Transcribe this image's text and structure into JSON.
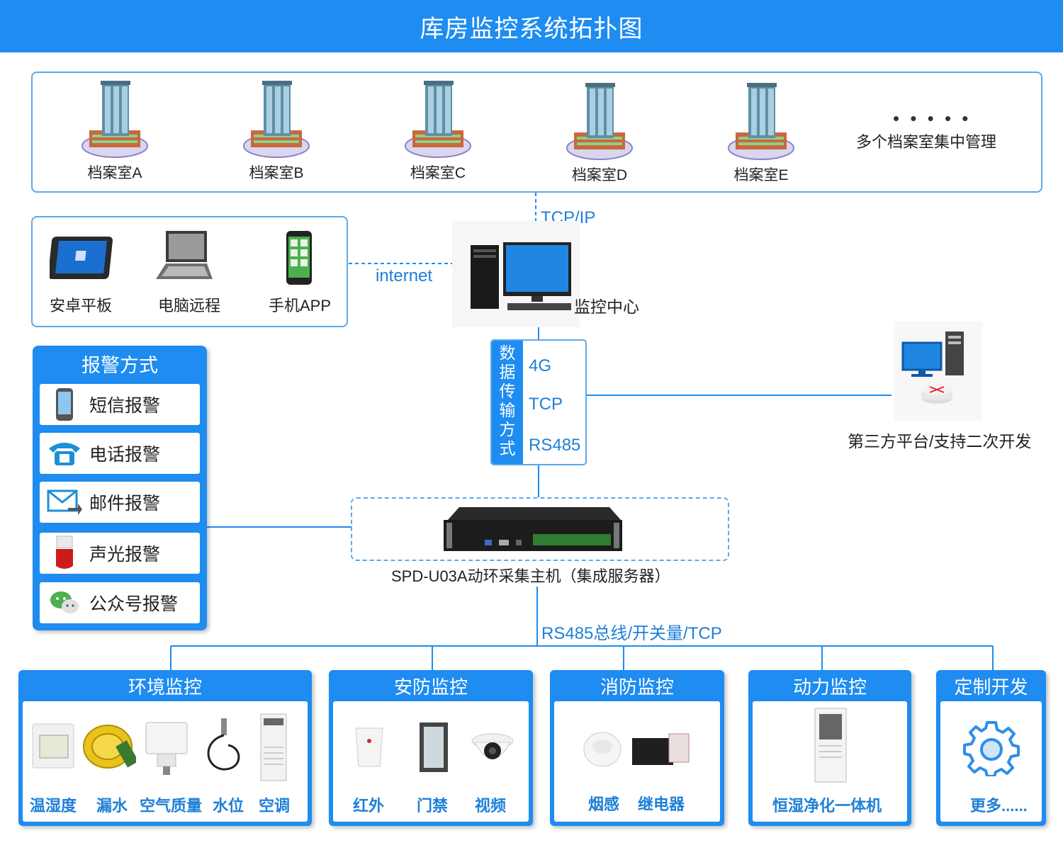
{
  "title": "库房监控系统拓扑图",
  "archives": {
    "rooms": [
      "档案室A",
      "档案室B",
      "档案室C",
      "档案室D",
      "档案室E"
    ],
    "more_dots": "• • • • •",
    "more_label": "多个档案室集中管理"
  },
  "links": {
    "tcpip": "TCP/IP",
    "internet": "internet",
    "bus": "RS485总线/开关量/TCP"
  },
  "remote": {
    "items": [
      "安卓平板",
      "电脑远程",
      "手机APP"
    ]
  },
  "center": {
    "label": "监控中心"
  },
  "transmission": {
    "side_label": "数据传输方式",
    "options": [
      "4G",
      "TCP",
      "RS485"
    ]
  },
  "third_party": {
    "label": "第三方平台/支持二次开发"
  },
  "alarm": {
    "title": "报警方式",
    "items": [
      "短信报警",
      "电话报警",
      "邮件报警",
      "声光报警",
      "公众号报警"
    ]
  },
  "host": {
    "label": "SPD-U03A动环采集主机（集成服务器）"
  },
  "categories": [
    {
      "title": "环境监控",
      "items": [
        "温湿度",
        "漏水",
        "空气质量",
        "水位",
        "空调"
      ]
    },
    {
      "title": "安防监控",
      "items": [
        "红外",
        "门禁",
        "视频"
      ]
    },
    {
      "title": "消防监控",
      "items": [
        "烟感",
        "继电器"
      ]
    },
    {
      "title": "动力监控",
      "items": [
        "恒湿净化一体机"
      ]
    },
    {
      "title": "定制开发",
      "items": [
        "更多......"
      ]
    }
  ],
  "colors": {
    "primary": "#1e8cf0",
    "border": "#5aa9ec",
    "link_text": "#1e7fd8"
  }
}
